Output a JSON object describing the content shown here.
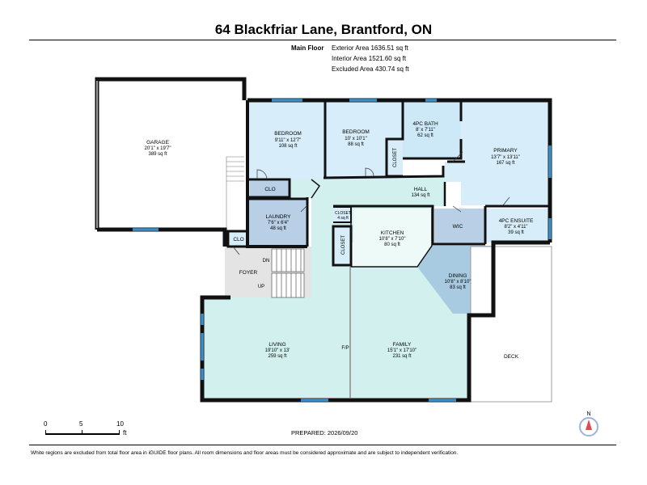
{
  "title": "64 Blackfriar Lane, Brantford, ON",
  "floor_label": "Main Floor",
  "areas": {
    "exterior": "Exterior Area 1636.51 sq ft",
    "interior": "Interior Area 1521.60 sq ft",
    "excluded": "Excluded Area 430.74 sq ft"
  },
  "rooms": {
    "garage": {
      "name": "GARAGE",
      "dim": "20'1\" x 19'7\"",
      "area": "389 sq ft"
    },
    "bedroom1": {
      "name": "BEDROOM",
      "dim": "9'11\" x 12'7\"",
      "area": "108 sq ft"
    },
    "bedroom2": {
      "name": "BEDROOM",
      "dim": "10' x 10'1\"",
      "area": "88 sq ft"
    },
    "bath": {
      "name": "4PC BATH",
      "dim": "8' x 7'11\"",
      "area": "62 sq ft"
    },
    "primary": {
      "name": "PRIMARY",
      "dim": "13'7\" x 13'11\"",
      "area": "167 sq ft"
    },
    "hall": {
      "name": "HALL",
      "area": "134 sq ft"
    },
    "laundry": {
      "name": "LAUNDRY",
      "dim": "7'6\" x 6'4\"",
      "area": "48 sq ft"
    },
    "kitchen": {
      "name": "KITCHEN",
      "dim": "10'8\" x 7'10\"",
      "area": "80 sq ft"
    },
    "wic": {
      "name": "WIC"
    },
    "ensuite": {
      "name": "4PC ENSUITE",
      "dim": "8'2\" x 4'11\"",
      "area": "39 sq ft"
    },
    "dining": {
      "name": "DINING",
      "dim": "10'8\" x 8'10\"",
      "area": "83 sq ft"
    },
    "living": {
      "name": "LIVING",
      "dim": "19'10\" x 13'",
      "area": "259 sq ft"
    },
    "family": {
      "name": "FAMILY",
      "dim": "15'1\" x 17'10\"",
      "area": "231 sq ft"
    },
    "foyer": {
      "name": "FOYER"
    },
    "deck": {
      "name": "DECK"
    }
  },
  "labels": {
    "clo1": "CLO",
    "clo2": "CLO",
    "closet_bed2": "CLOSET",
    "closet_small_top": "CLOSET",
    "closet_small_bottom": "4 sq ft",
    "closet_kitchen": "CLOSET",
    "dn": "DN",
    "up": "UP",
    "fp": "F/P"
  },
  "scale": {
    "ticks": [
      "0",
      "5",
      "10"
    ],
    "unit": "ft"
  },
  "compass": {
    "label": "N"
  },
  "prepared": "PREPARED: 2026/09/20",
  "disclaimer": "White regions are excluded from total floor area in iGUIDE floor plans. All room dimensions and floor areas must be considered approximate and are subject to independent verification.",
  "colors": {
    "bedroom": "#d7eefa",
    "bath": "#cde9f8",
    "laundry": "#b8cfe6",
    "kitchen": "#eefaf8",
    "dining": "#a9cbe2",
    "living": "#d2f1ee",
    "foyer": "#e4e4e4",
    "wall": "#111111",
    "window": "#3a8fc9",
    "compass": "#e34b4b"
  }
}
